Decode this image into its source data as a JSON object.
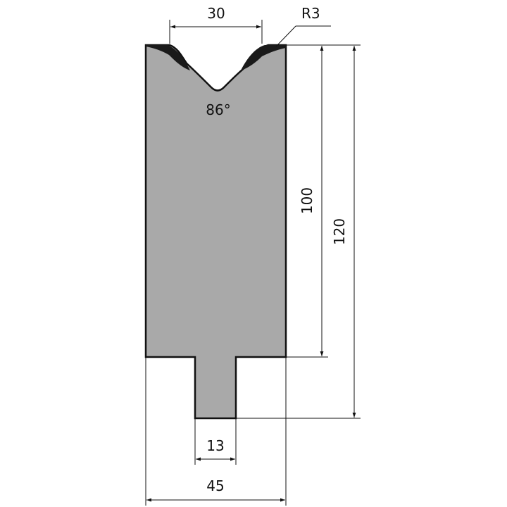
{
  "diagram": {
    "colors": {
      "body_fill": "#a9a9a9",
      "outline": "#111111",
      "dimension": "#111111",
      "background": "#ffffff"
    },
    "dimensions": {
      "top_opening": "30",
      "radius": "R3",
      "angle": "86°",
      "height_100": "100",
      "height_120": "120",
      "tang_width": "13",
      "total_width": "45"
    }
  }
}
